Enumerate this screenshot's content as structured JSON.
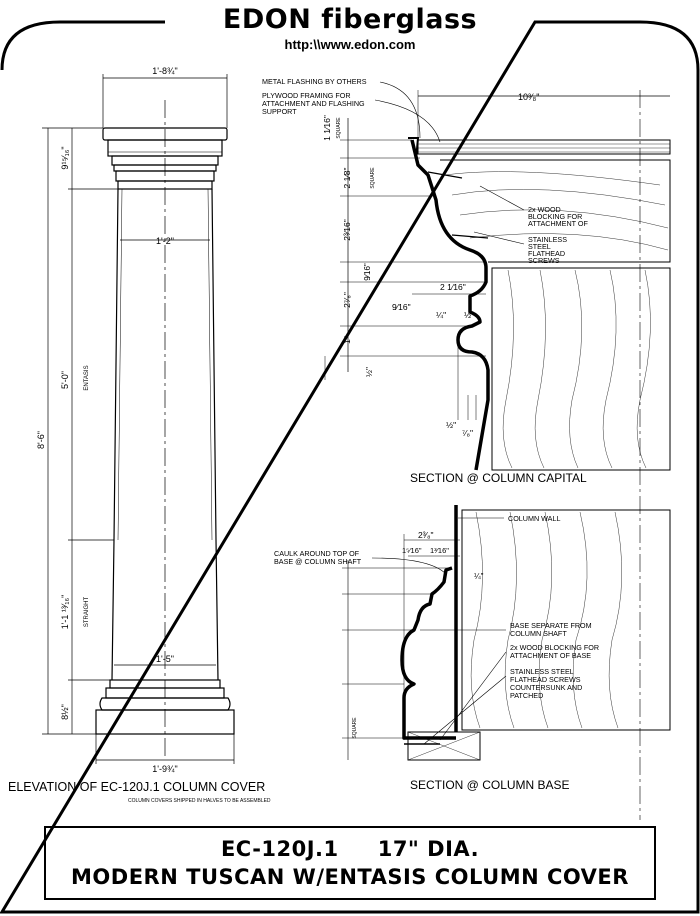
{
  "header": {
    "brand": "EDON fiberglass",
    "url": "http:\\\\www.edon.com"
  },
  "elevation": {
    "top_width": "1'-8¾\"",
    "neck_width": "1'-2\"",
    "base_width": "1'-5\"",
    "plinth_width": "1'-9¾\"",
    "height_total": "8'-6\"",
    "capital_height": "9¹⁵⁄₁₆\"",
    "entasis_height": "5'-0\"",
    "entasis_label": "ENTASIS",
    "straight_height": "1'-1 ¹³⁄₁₆\"",
    "straight_label": "STRAIGHT",
    "base_height": "8½\"",
    "caption": "ELEVATION OF EC-120J.1 COLUMN COVER",
    "subcaption": "COLUMN COVERS SHIPPED IN HALVES TO BE ASSEMBLED"
  },
  "capital_section": {
    "note_flashing": "METAL FLASHING BY OTHERS",
    "note_plywood_1": "PLYWOOD FRAMING FOR",
    "note_plywood_2": "ATTACHMENT AND FLASHING",
    "note_plywood_3": "SUPPORT",
    "projection": "10³⁄₈\"",
    "dim_1": "1 1⁄16\"",
    "dim_1_label": "SQUARE",
    "dim_2": "2 1⁄8\"",
    "dim_2_label": "SQUARE",
    "dim_3": "2³⁄16\"",
    "dim_4": "9⁄16\"",
    "dim_5": "2⁷⁄₈\"",
    "dim_6": "1\"",
    "dim_7": "½\"",
    "dim_h1": "2 1⁄16\"",
    "dim_h2": "9⁄16\"",
    "dim_h3": "¼\"",
    "dim_h4": "½\"",
    "dim_h5": "½\"",
    "dim_h6": "⁷⁄₈\"",
    "note_blocking_1": "2x WOOD",
    "note_blocking_2": "BLOCKING FOR",
    "note_blocking_3": "ATTACHMENT OF",
    "note_screws_1": "STAINLESS",
    "note_screws_2": "STEEL",
    "note_screws_3": "FLATHEAD",
    "note_screws_4": "SCREWS",
    "caption": "SECTION @ COLUMN CAPITAL"
  },
  "base_section": {
    "note_wall": "COLUMN WALL",
    "dim_top": "2³⁄₈\"",
    "dim_a": "1⁵⁄16\"",
    "dim_b": "1³⁄16\"",
    "dim_c": "¼\"",
    "note_caulk_1": "CAULK AROUND TOP OF",
    "note_caulk_2": "BASE @ COLUMN SHAFT",
    "dim_square": "SQUARE",
    "note_sep_1": "BASE SEPARATE FROM",
    "note_sep_2": "COLUMN SHAFT",
    "note_block_1": "2x WOOD BLOCKING FOR",
    "note_block_2": "ATTACHMENT OF BASE",
    "note_screw_1": "STAINLESS STEEL",
    "note_screw_2": "FLATHEAD SCREWS",
    "note_screw_3": "COUNTERSUNK AND",
    "note_screw_4": "PATCHED",
    "caption": "SECTION @ COLUMN BASE"
  },
  "title": {
    "line1": "EC-120J.1     17\" DIA.",
    "line2": "MODERN TUSCAN W/ENTASIS COLUMN COVER"
  }
}
